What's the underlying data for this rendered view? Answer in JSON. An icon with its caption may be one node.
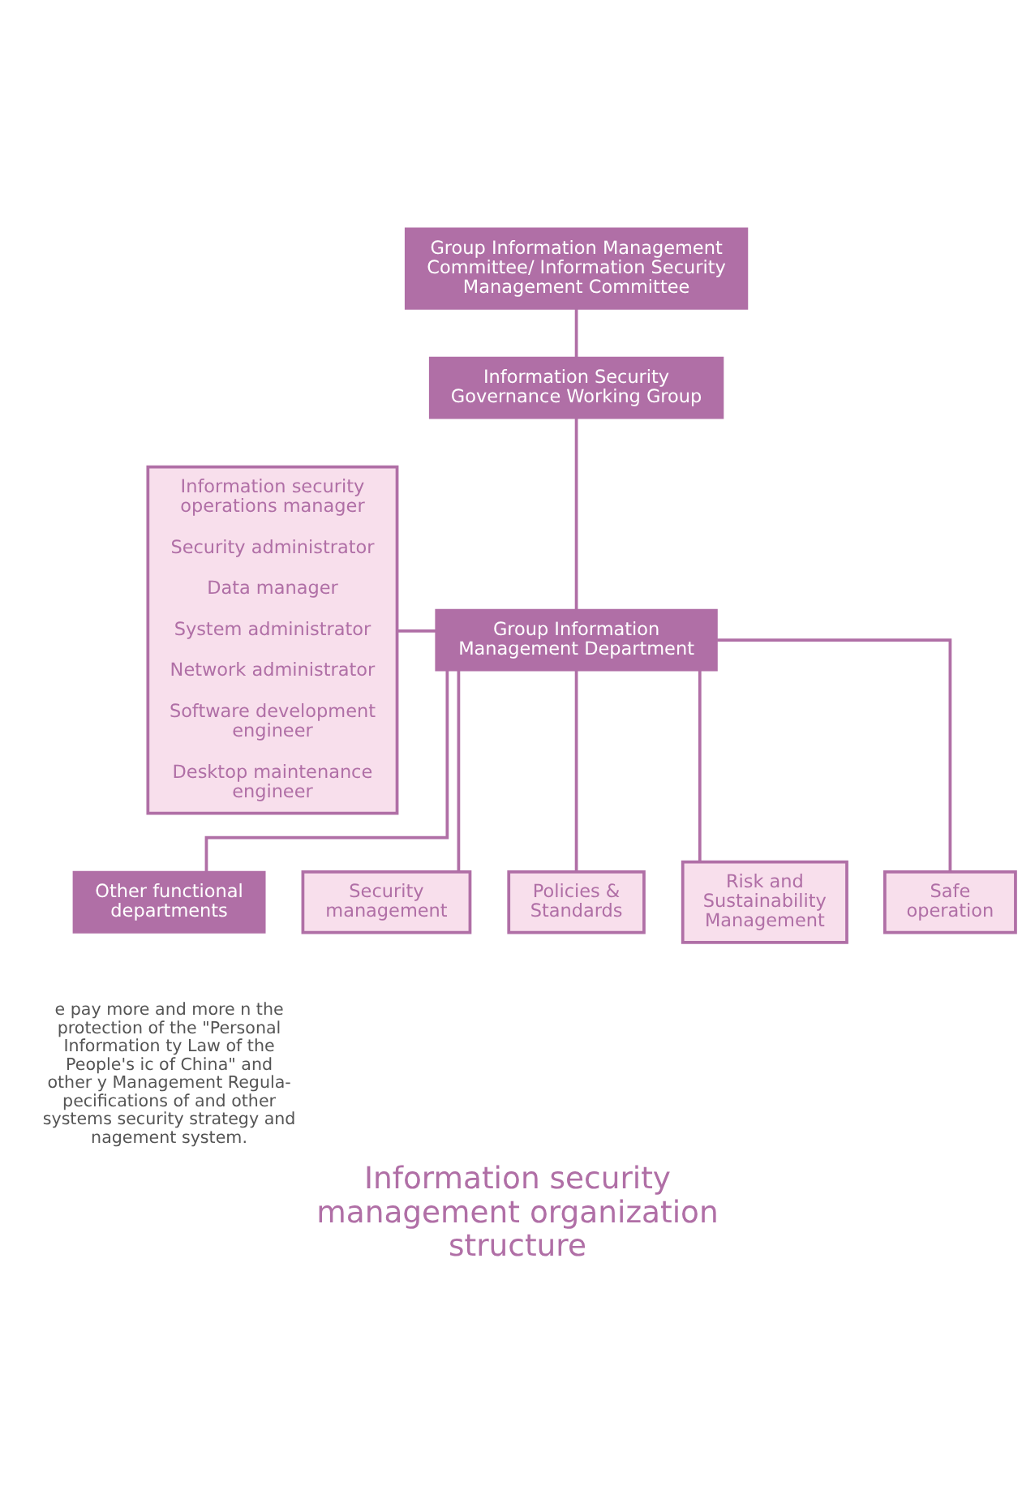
{
  "diagram": {
    "caption": "Information security management organization structure",
    "nodes": [
      {
        "text": [
          "Information security operations manager",
          "Security administrator",
          "Data manager",
          "System administrator",
          "Network administrator",
          "Software development engineer",
          "Desktop maintenance engineer"
        ]
      },
      {
        "text": [
          "Group Information Management Committee/ Information Security Management Committee"
        ]
      },
      {
        "text": [
          "Information Security Governance Working Group"
        ]
      },
      {
        "text": [
          "Group Information Management Department"
        ]
      },
      {
        "text": [
          "Other functional departments"
        ]
      },
      {
        "text": [
          "Security management"
        ]
      },
      {
        "text": [
          "Policies & Standards"
        ]
      },
      {
        "text": [
          "Risk and Sustainability Management"
        ]
      },
      {
        "text": [
          "Safe operation"
        ]
      }
    ],
    "edges": [
      {
        "from": 1,
        "to": 2,
        "arrow": "none"
      },
      {
        "from": 2,
        "to": 3,
        "arrow": "none"
      },
      {
        "from": 0,
        "to": 3,
        "arrow": "none"
      },
      {
        "from": 3,
        "to": 4,
        "arrow": "none"
      },
      {
        "from": 3,
        "to": 5,
        "arrow": "none"
      },
      {
        "from": 3,
        "to": 6,
        "arrow": "none"
      },
      {
        "from": 3,
        "to": 7,
        "arrow": "none"
      },
      {
        "from": 3,
        "to": 8,
        "arrow": "none"
      }
    ],
    "labels": [
      "e pay more and more n the protection of the \"Personal Information ty Law of the People's ic of China\" and other y Management Regula- pecifications of and other systems security strategy and nagement system."
    ]
  }
}
